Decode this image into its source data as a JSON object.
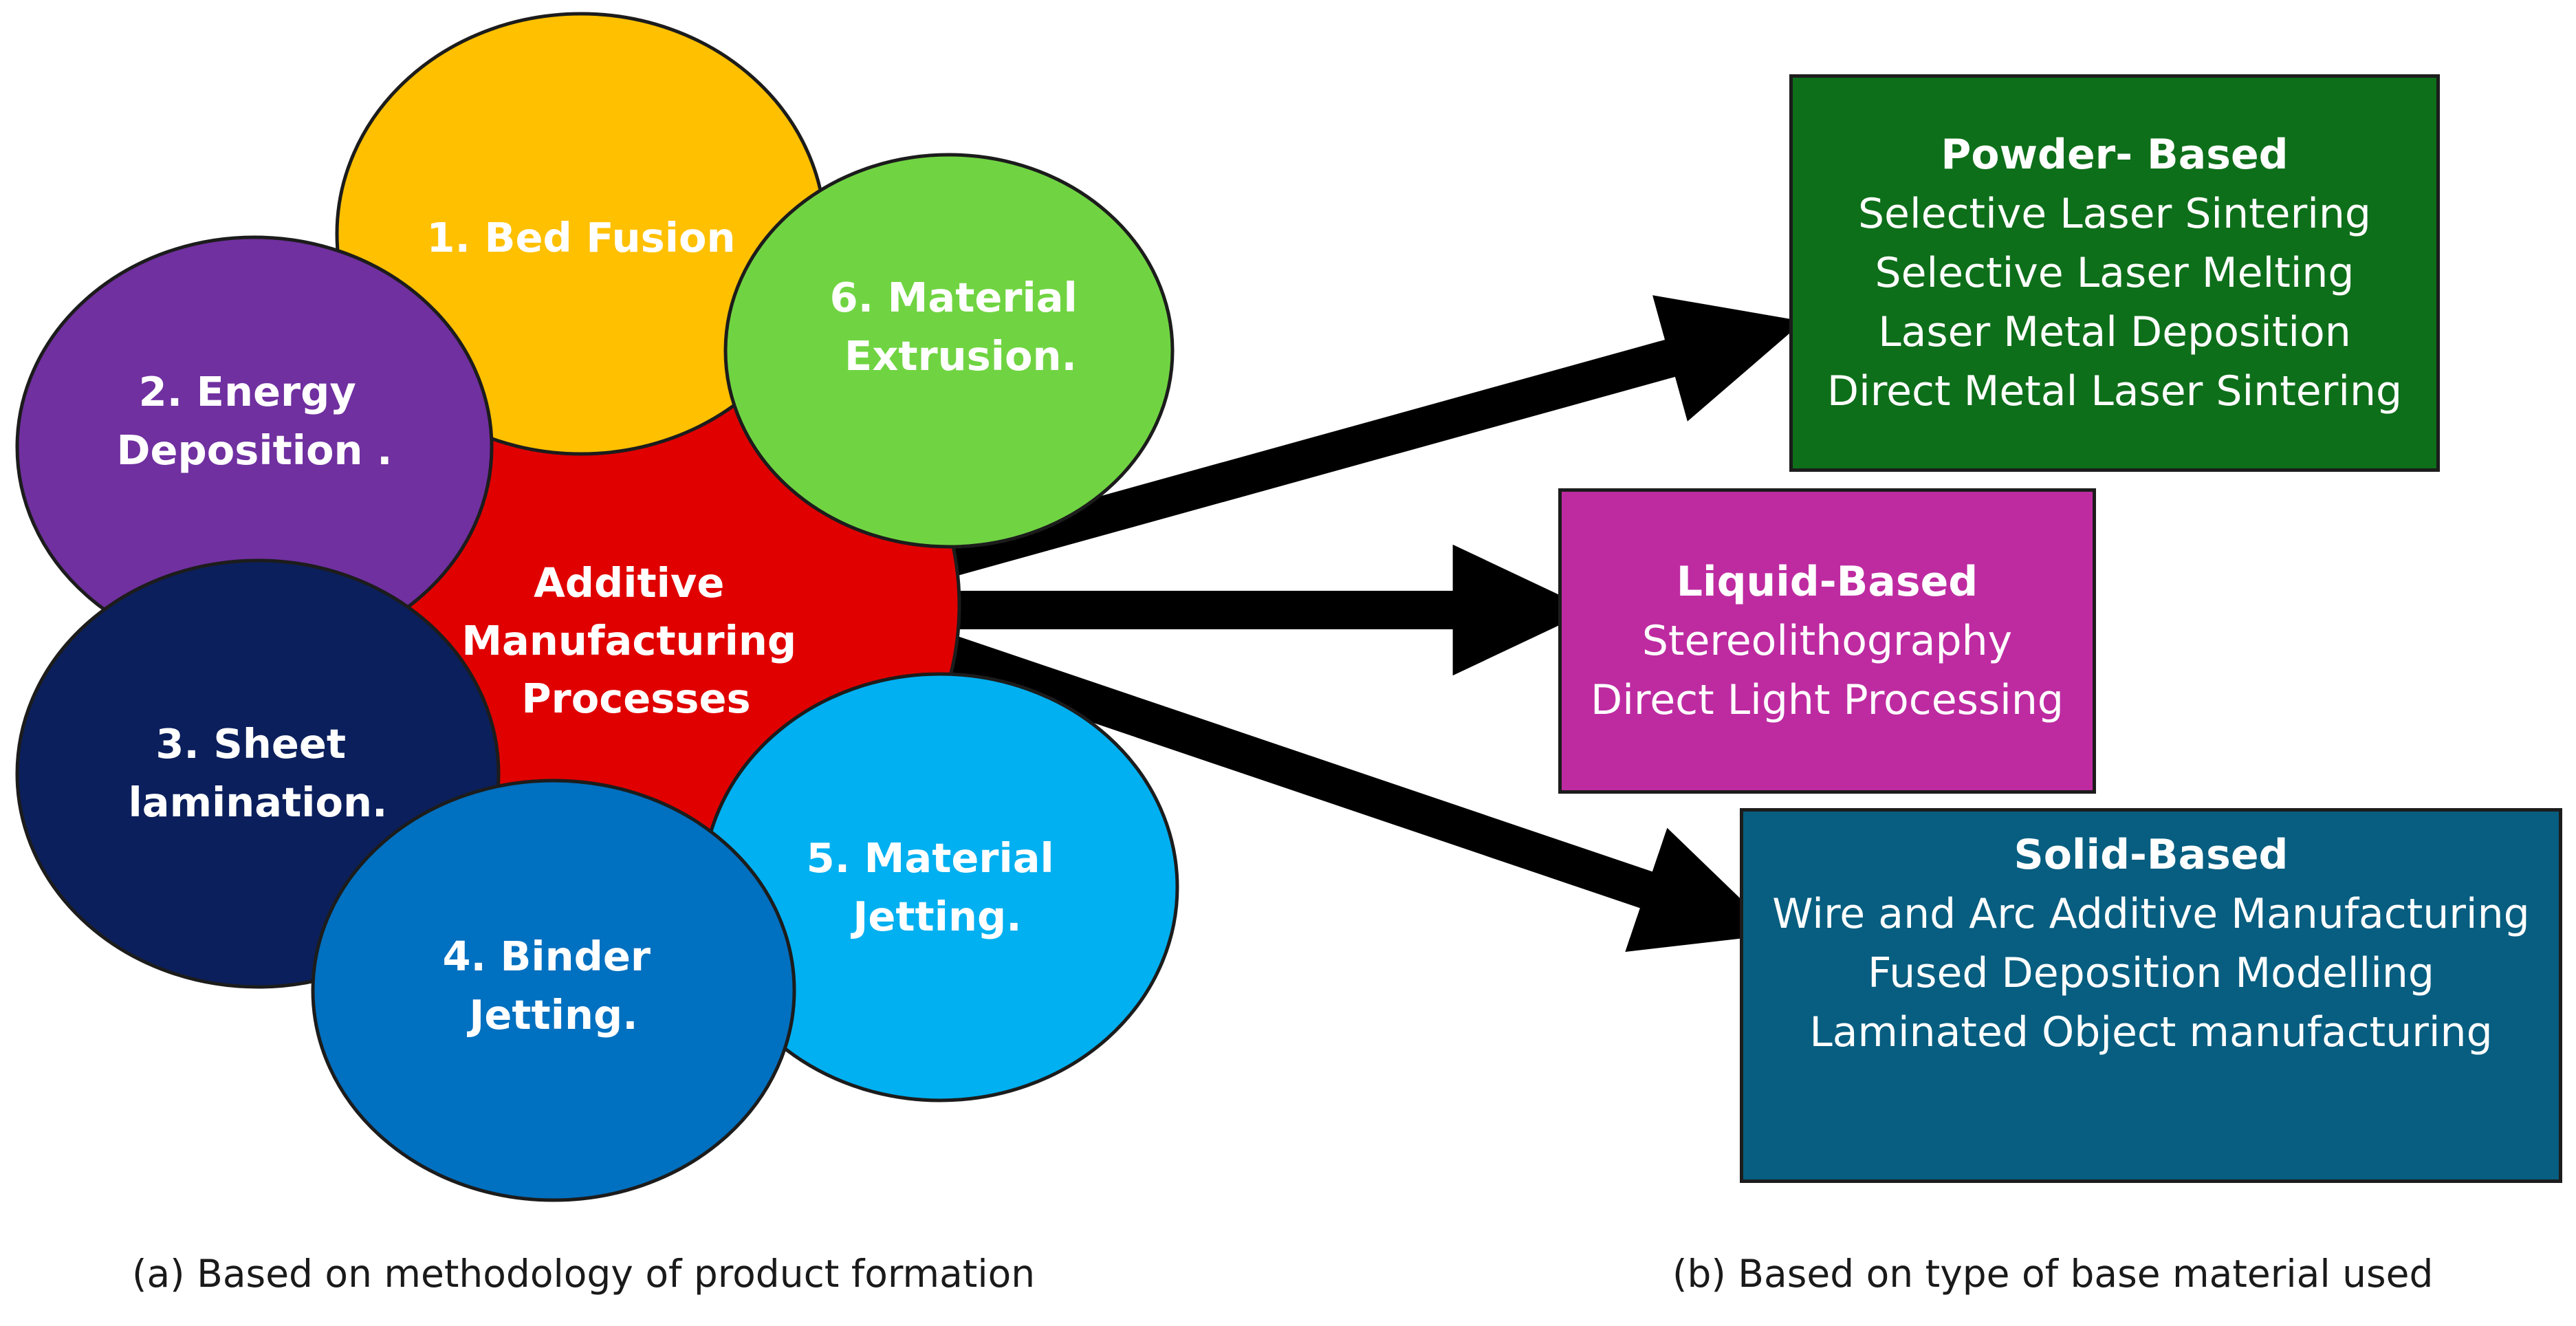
{
  "colors": {
    "bed_fusion": "#FFC000",
    "energy_deposition": "#7030A0",
    "sheet_lamination": "#0B1F5C",
    "binder_jetting": "#0070C0",
    "material_jetting": "#00B0F0",
    "material_extrusion": "#70D442",
    "center": "#E00000",
    "powder_box": "#0E6F1A",
    "liquid_box": "#BE2BA1",
    "solid_box": "#075E80"
  },
  "center": {
    "line1": "Additive",
    "line2": "Manufacturing",
    "line3": "Processes"
  },
  "processes": {
    "bed_fusion": {
      "line1": "1. Bed Fusion"
    },
    "energy_deposition": {
      "line1": "2. Energy",
      "line2": "Deposition ."
    },
    "sheet_lamination": {
      "line1": "3. Sheet",
      "line2": "lamination."
    },
    "binder_jetting": {
      "line1": "4. Binder",
      "line2": "Jetting."
    },
    "material_jetting": {
      "line1": "5. Material",
      "line2": "Jetting."
    },
    "material_extrusion": {
      "line1": "6. Material",
      "line2": "Extrusion."
    }
  },
  "categories": {
    "powder": {
      "title": "Powder- Based",
      "items": [
        "Selective Laser Sintering",
        "Selective Laser Melting",
        "Laser Metal Deposition",
        "Direct Metal Laser Sintering"
      ]
    },
    "liquid": {
      "title": "Liquid-Based",
      "items": [
        "Stereolithography",
        "Direct Light Processing"
      ]
    },
    "solid": {
      "title": "Solid-Based",
      "items": [
        "Wire and Arc Additive Manufacturing",
        "Fused Deposition Modelling",
        "Laminated Object manufacturing"
      ]
    }
  },
  "captions": {
    "a": "(a) Based on methodology of product formation",
    "b": "(b) Based on type of base material used"
  }
}
